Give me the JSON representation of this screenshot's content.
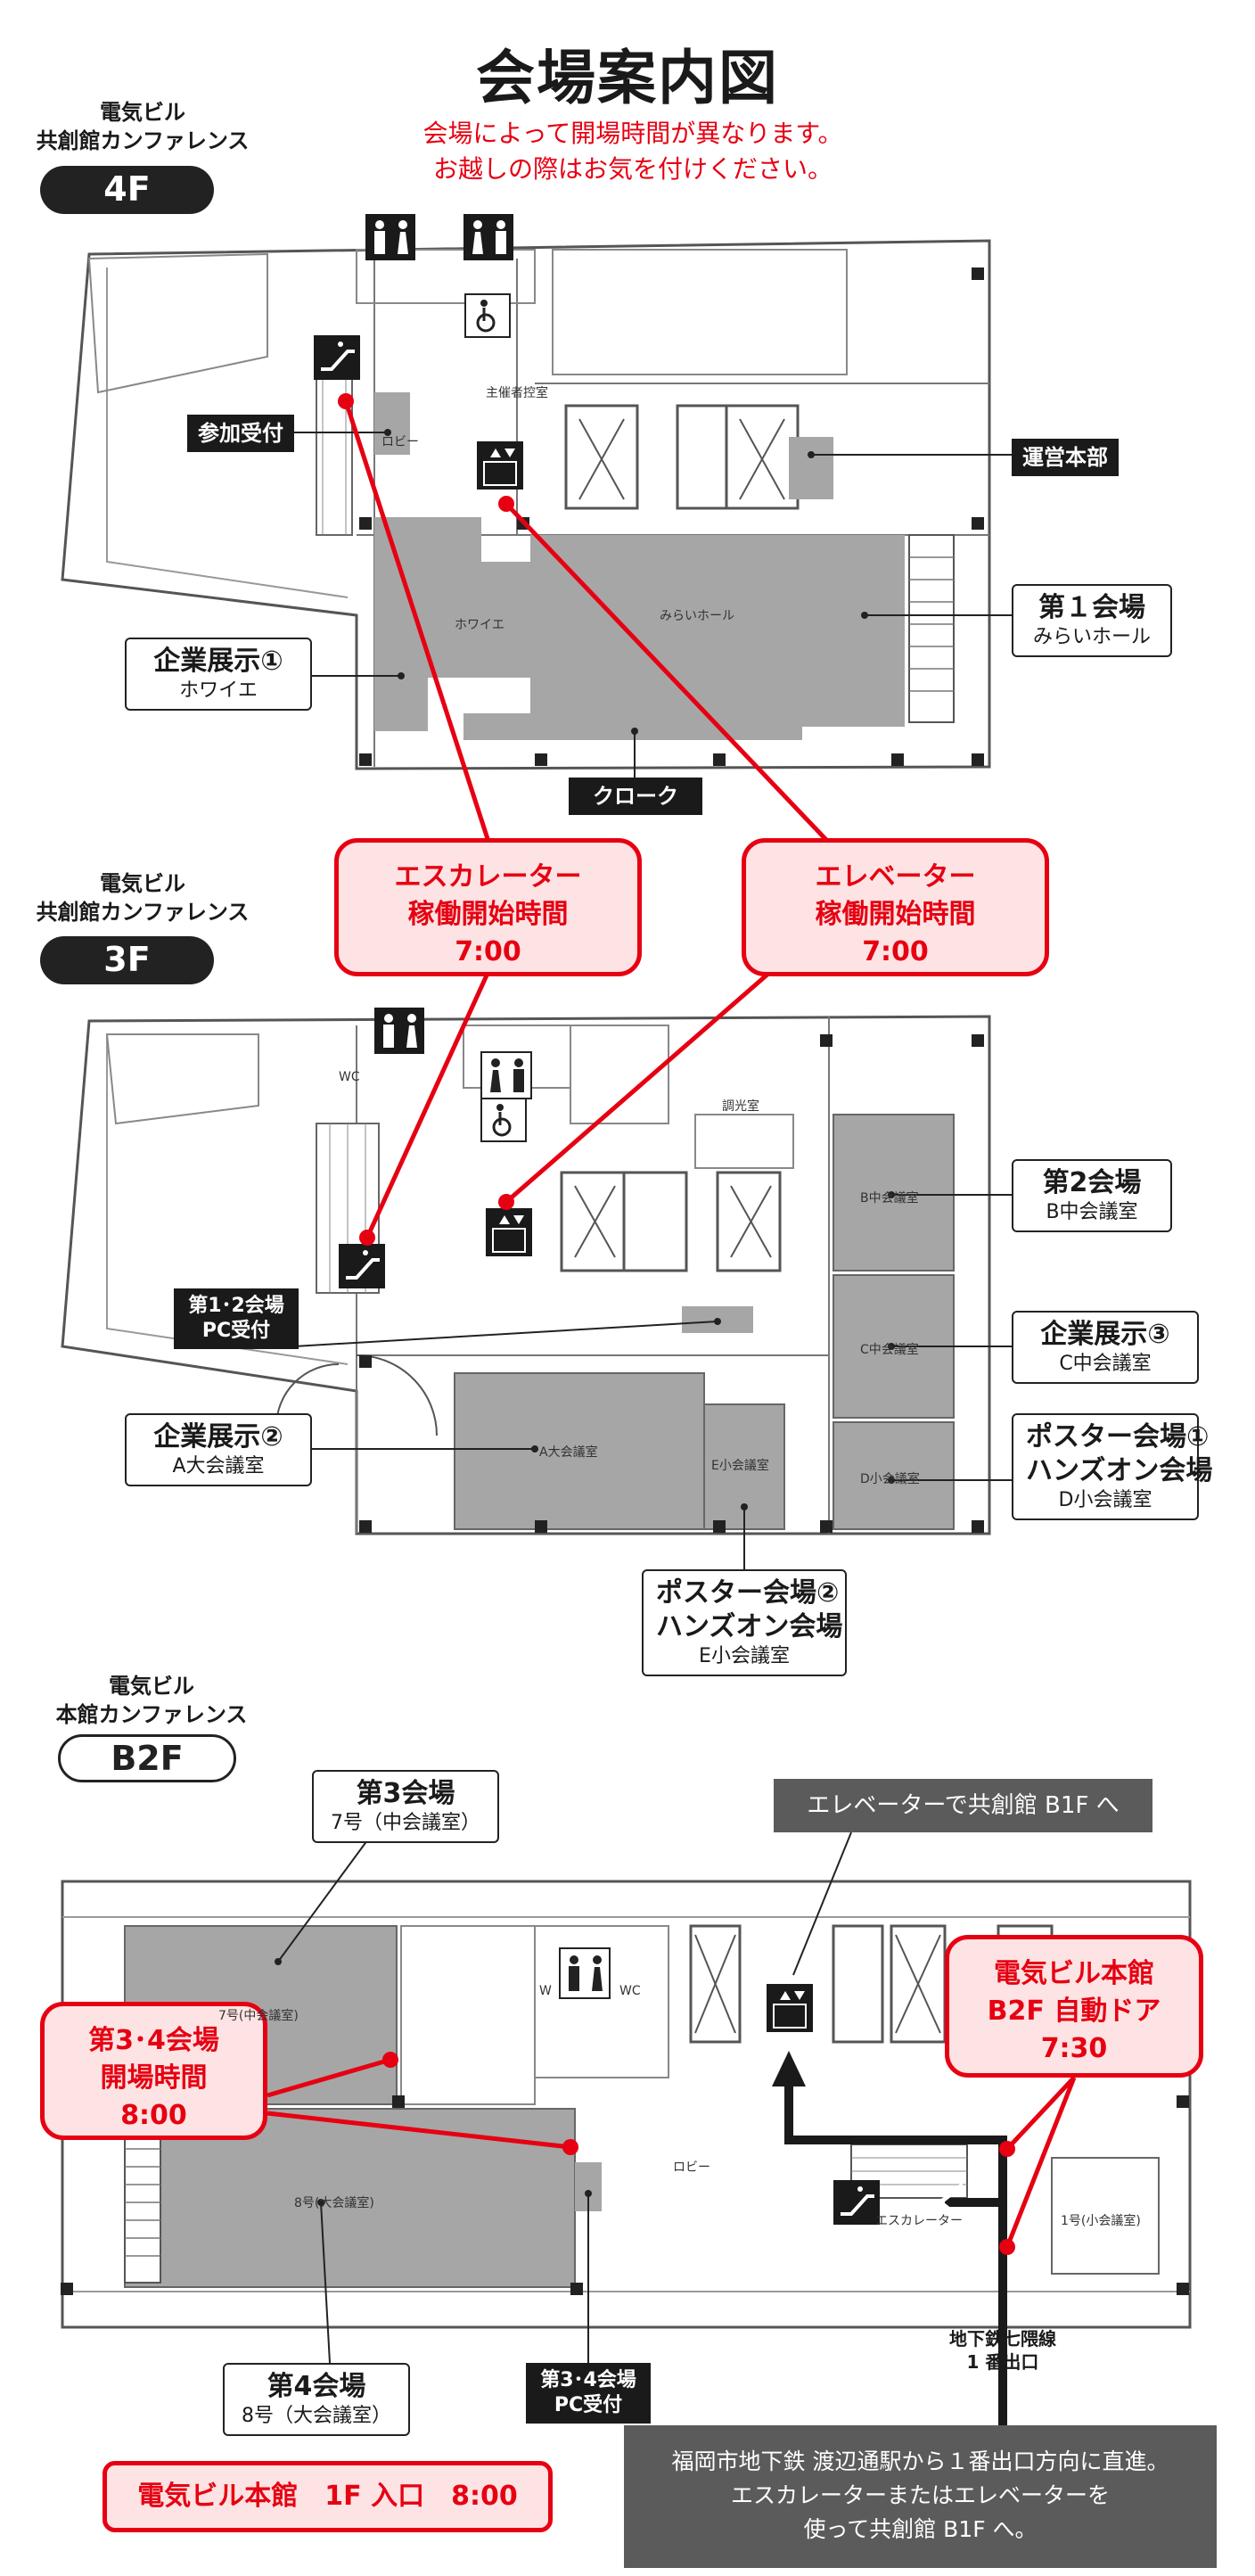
{
  "title": "会場案内図",
  "notice": [
    "会場によって開場時間が異なります。",
    "お越しの際はお気を付けください。"
  ],
  "colors": {
    "accent_red": "#e60012",
    "callout_bg": "#fde3e3",
    "room_grey": "#a6a6a6",
    "dark": "#1a1a1a"
  },
  "floor4": {
    "building": [
      "電気ビル",
      "共創館カンファレンス"
    ],
    "floor": "4F",
    "labels": {
      "reception": "参加受付",
      "hq": "運営本部",
      "cloak": "クローク",
      "venue1_main": "第１会場",
      "venue1_sub": "みらいホール",
      "expo1_main": "企業展示①",
      "expo1_sub": "ホワイエ"
    },
    "rooms": {
      "lobby": "ロビー",
      "foyer": "ホワイエ",
      "hall": "みらいホール",
      "staff": "主催者控室"
    }
  },
  "callouts_top": {
    "escalator": [
      "エスカレーター",
      "稼働開始時間",
      "7:00"
    ],
    "elevator": [
      "エレベーター",
      "稼働開始時間",
      "7:00"
    ]
  },
  "floor3": {
    "building": [
      "電気ビル",
      "共創館カンファレンス"
    ],
    "floor": "3F",
    "labels": {
      "pc_reception": [
        "第1･2会場",
        "PC受付"
      ],
      "venue2_main": "第2会場",
      "venue2_sub": "B中会議室",
      "expo3_main": "企業展示③",
      "expo3_sub": "C中会議室",
      "poster1": [
        "ポスター会場①",
        "ハンズオン会場"
      ],
      "poster1_sub": "D小会議室",
      "expo2_main": "企業展示②",
      "expo2_sub": "A大会議室",
      "poster2": [
        "ポスター会場②",
        "ハンズオン会場"
      ],
      "poster2_sub": "E小会議室"
    },
    "rooms": {
      "a": "A大会議室",
      "b": "B中会議室",
      "c": "C中会議室",
      "d": "D小会議室",
      "e": "E小会議室",
      "wc": "WC",
      "control": "調光室"
    }
  },
  "floorB2": {
    "building": [
      "電気ビル",
      "本館カンファレンス"
    ],
    "floor": "B2F",
    "labels": {
      "venue3_main": "第3会場",
      "venue3_sub": "7号（中会議室）",
      "venue4_main": "第4会場",
      "venue4_sub": "8号（大会議室）",
      "pc_reception": [
        "第3･4会場",
        "PC受付"
      ],
      "elevator_note": "エレベーターで共創館 B1F へ",
      "subway": [
        "地下鉄七隈線",
        "1 番出口"
      ]
    },
    "rooms": {
      "r7": "7号(中会議室)",
      "r8": "8号(大会議室)",
      "lobby": "ロビー",
      "r1": "1号(小会議室)",
      "escalator": "エスカレーター",
      "w": "W",
      "wc": "WC"
    },
    "callout_open": [
      "第3･4会場",
      "開場時間",
      "8:00"
    ],
    "callout_door": [
      "電気ビル本館",
      "B2F 自動ドア",
      "7:30"
    ]
  },
  "footer": {
    "entrance": "電気ビル本館　1F 入口　8:00",
    "directions": [
      "福岡市地下鉄 渡辺通駅から１番出口方向に直進。",
      "エスカレーターまたはエレベーターを",
      "使って共創館 B1F へ。"
    ]
  }
}
